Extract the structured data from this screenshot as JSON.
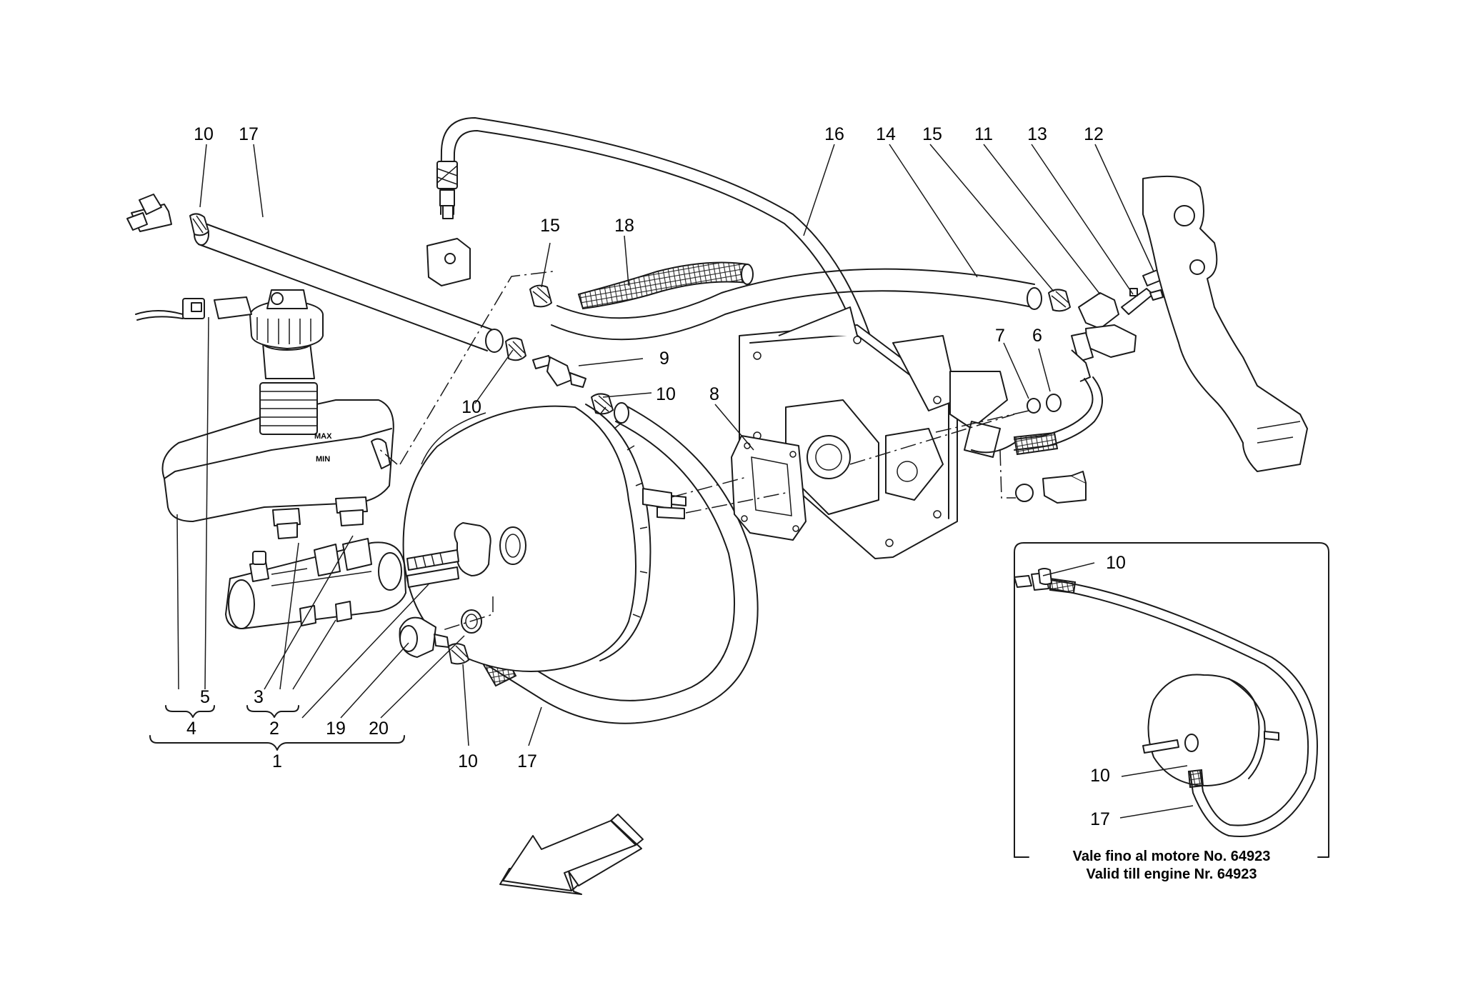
{
  "diagram": {
    "callouts": [
      "10",
      "17",
      "16",
      "14",
      "15",
      "11",
      "13",
      "12",
      "15",
      "18",
      "9",
      "10",
      "10",
      "8",
      "7",
      "6",
      "5",
      "3",
      "4",
      "2",
      "1",
      "19",
      "20",
      "10",
      "17",
      "10",
      "10",
      "17"
    ],
    "reservoir_max": "MAX",
    "reservoir_min": "MIN",
    "inset_caption_line1": "Vale fino al motore No. 64923",
    "inset_caption_line2": "Valid till engine Nr. 64923",
    "line_color": "#1a1a1a",
    "background": "#ffffff"
  }
}
